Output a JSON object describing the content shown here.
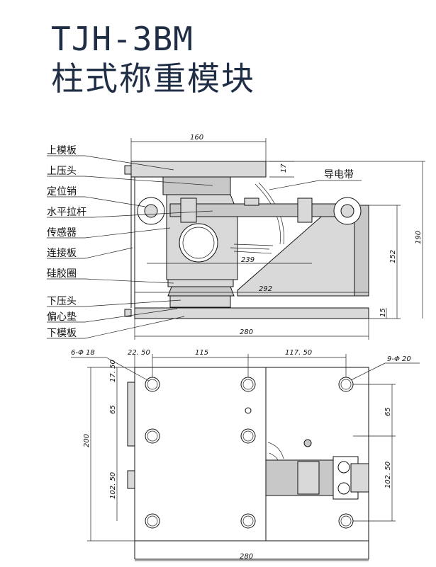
{
  "title": {
    "model": "TJH-3BM",
    "name": "柱式称重模块"
  },
  "labels": [
    "上模板",
    "上压头",
    "定位销",
    "水平拉杆",
    "传感器",
    "连接板",
    "硅胶圈",
    "下压头",
    "偏心垫",
    "下模板"
  ],
  "right_label": "导电带",
  "side_view_dims": {
    "top_width": "160",
    "top_thickness": "17",
    "inner_239": "239",
    "inner_292": "292",
    "height_152": "152",
    "height_190": "190",
    "bottom_15": "15",
    "base_280": "280"
  },
  "plan_view_dims": {
    "holes_left": "6-Φ 18",
    "holes_right": "9-Φ 20",
    "d22": "22. 50",
    "d115": "115",
    "d117": "117. 50",
    "v17": "17. 50",
    "v65a": "65",
    "v200": "200",
    "v102a": "102. 50",
    "v65b": "65",
    "v102b": "102. 50",
    "base_280": "280"
  }
}
